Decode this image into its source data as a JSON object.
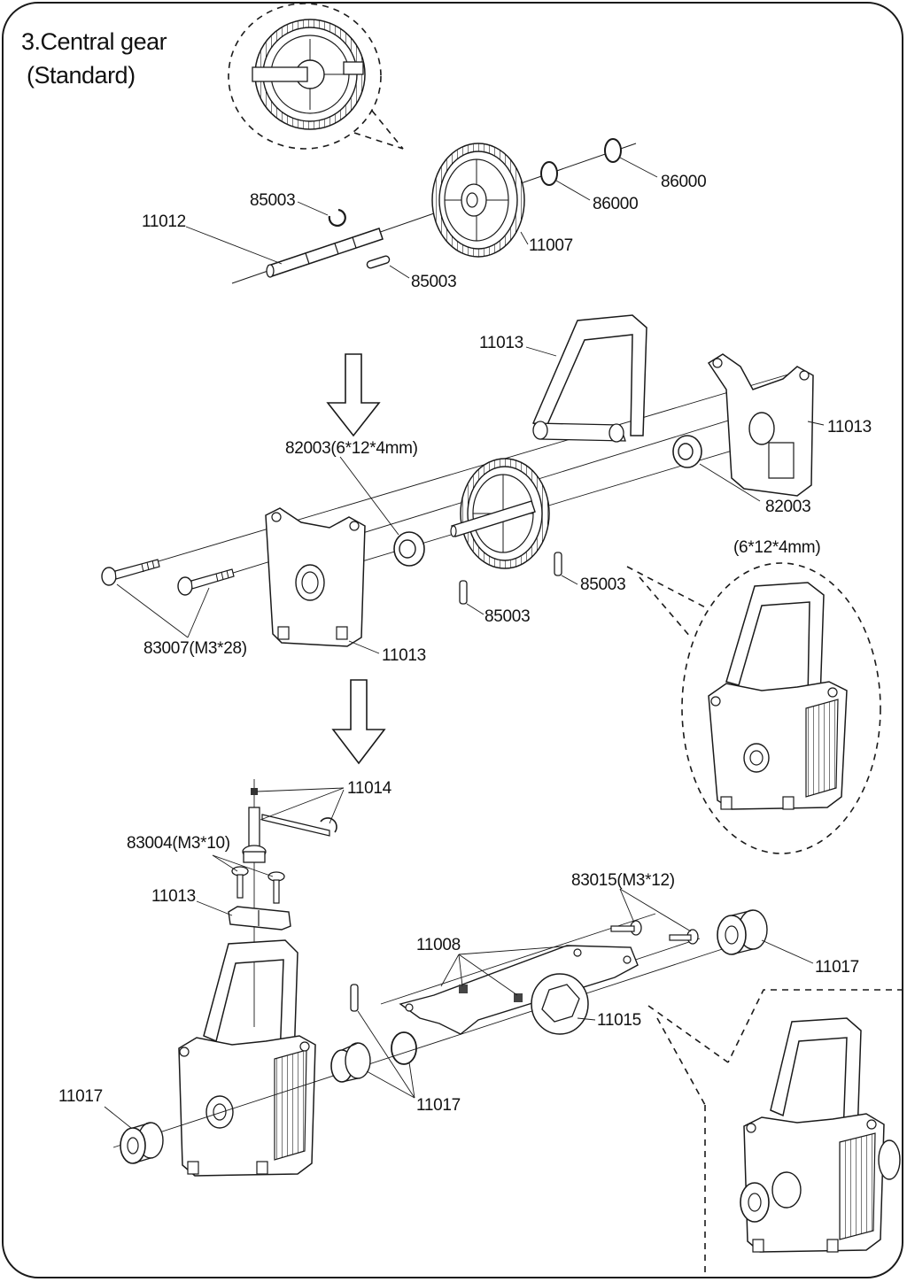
{
  "title": {
    "line1": "3.Central gear",
    "line2": "(Standard)"
  },
  "callouts": {
    "c_85003_clip": "85003",
    "c_11012": "11012",
    "c_11007": "11007",
    "c_85003_pin": "85003",
    "c_86000_a": "86000",
    "c_86000_b": "86000",
    "c_11013_frame": "11013",
    "c_11013_right": "11013",
    "c_82003_left": "82003(6*12*4mm)",
    "c_82003_right": "82003",
    "c_82003_right_size": "(6*12*4mm)",
    "c_85003_a": "85003",
    "c_85003_b": "85003",
    "c_83007": "83007(M3*28)",
    "c_11013_left": "11013",
    "c_11014": "11014",
    "c_83004": "83004(M3*10)",
    "c_11013_block": "11013",
    "c_83015": "83015(M3*12)",
    "c_11008": "11008",
    "c_11017_right": "11017",
    "c_11015": "11015",
    "c_11017_left": "11017",
    "c_11017_mid": "11017"
  },
  "colors": {
    "line": "#1a1a1a",
    "paper": "#ffffff"
  }
}
